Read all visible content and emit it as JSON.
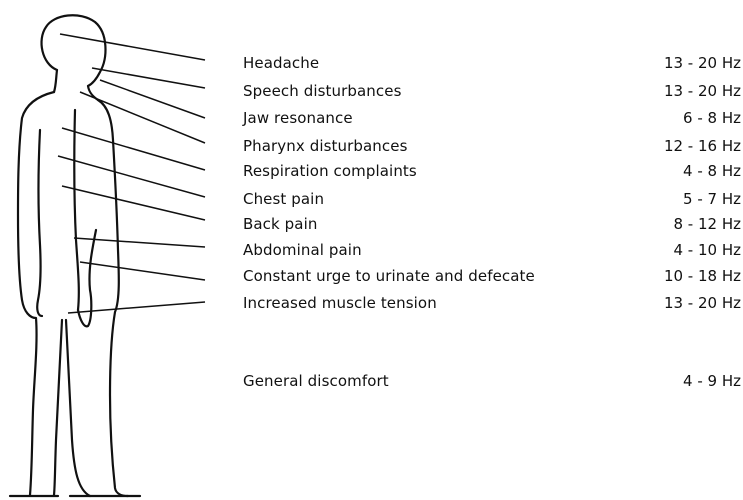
{
  "symptoms": [
    {
      "label": "Headache",
      "frequency": "13 - 20 Hz"
    },
    {
      "label": "Speech disturbances",
      "frequency": "13 - 20 Hz"
    },
    {
      "label": "Jaw resonance",
      "frequency": "6 - 8 Hz"
    },
    {
      "label": "Pharynx disturbances",
      "frequency": "12 - 16 Hz"
    },
    {
      "label": "Respiration complaints",
      "frequency": "4 - 8 Hz"
    },
    {
      "label": "Chest pain",
      "frequency": "5 - 7 Hz"
    },
    {
      "label": "Back pain",
      "frequency": "8 - 12 Hz"
    },
    {
      "label": "Abdominal pain",
      "frequency": "4 - 10 Hz"
    },
    {
      "label": "Constant urge to urinate and defecate",
      "frequency": "10 - 18 Hz"
    },
    {
      "label": "Increased muscle tension",
      "frequency": "13 - 20 Hz"
    }
  ],
  "general": {
    "label": "General discomfort",
    "frequency": "4 - 9 Hz"
  }
}
